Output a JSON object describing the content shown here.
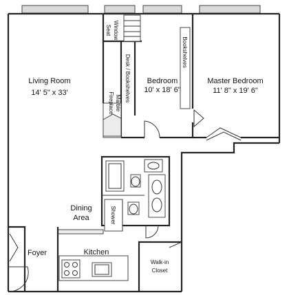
{
  "rooms": {
    "living_room": {
      "name": "Living Room",
      "size": "14' 5\" x 33'"
    },
    "bedroom": {
      "name": "Bedroom",
      "size": "10' x 18' 6\""
    },
    "master_bedroom": {
      "name": "Master Bedroom",
      "size": "11' 8\" x 19' 6\""
    },
    "dining_area": {
      "line1": "Dining",
      "line2": "Area"
    },
    "foyer": {
      "name": "Foyer"
    },
    "kitchen": {
      "name": "Kitchen"
    },
    "walk_in_closet": {
      "line1": "Walk-in",
      "line2": "Closet"
    }
  },
  "fixtures": {
    "window_seat": {
      "line1": "Window",
      "line2": "Seat"
    },
    "desk_bookshelves": "Desk / Bookshelves",
    "bookshelves": "Bookshelves",
    "marble_fireplace": {
      "line1": "Marble",
      "line2": "Fireplace"
    },
    "shower": "Shower"
  }
}
